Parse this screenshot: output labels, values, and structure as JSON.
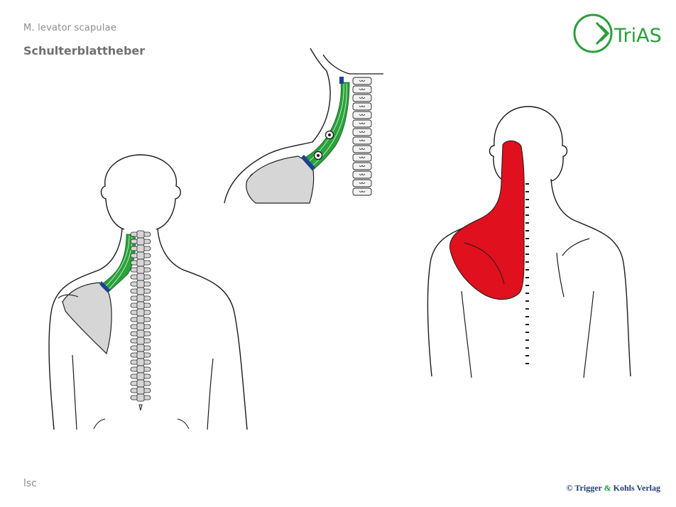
{
  "header": {
    "subtitle": "M. levator scapulae",
    "title": "Schulterblattheber"
  },
  "logo": {
    "text": "TriAS",
    "icon": "chevron-circle-logo",
    "color": "#2a9d3a"
  },
  "footer": {
    "left_label": "lsc",
    "copyright_prefix": "© Trigger ",
    "copyright_amp": "&",
    "copyright_suffix": " Kohls Verlag"
  },
  "colors": {
    "muscle": "#2aa33b",
    "tendon": "#1e3f9a",
    "bone": "#d6d6d6",
    "pain_zone": "#e0101e",
    "outline": "#1a1a1a"
  },
  "icons": {
    "trigger_point": "trigger-point-icon"
  }
}
